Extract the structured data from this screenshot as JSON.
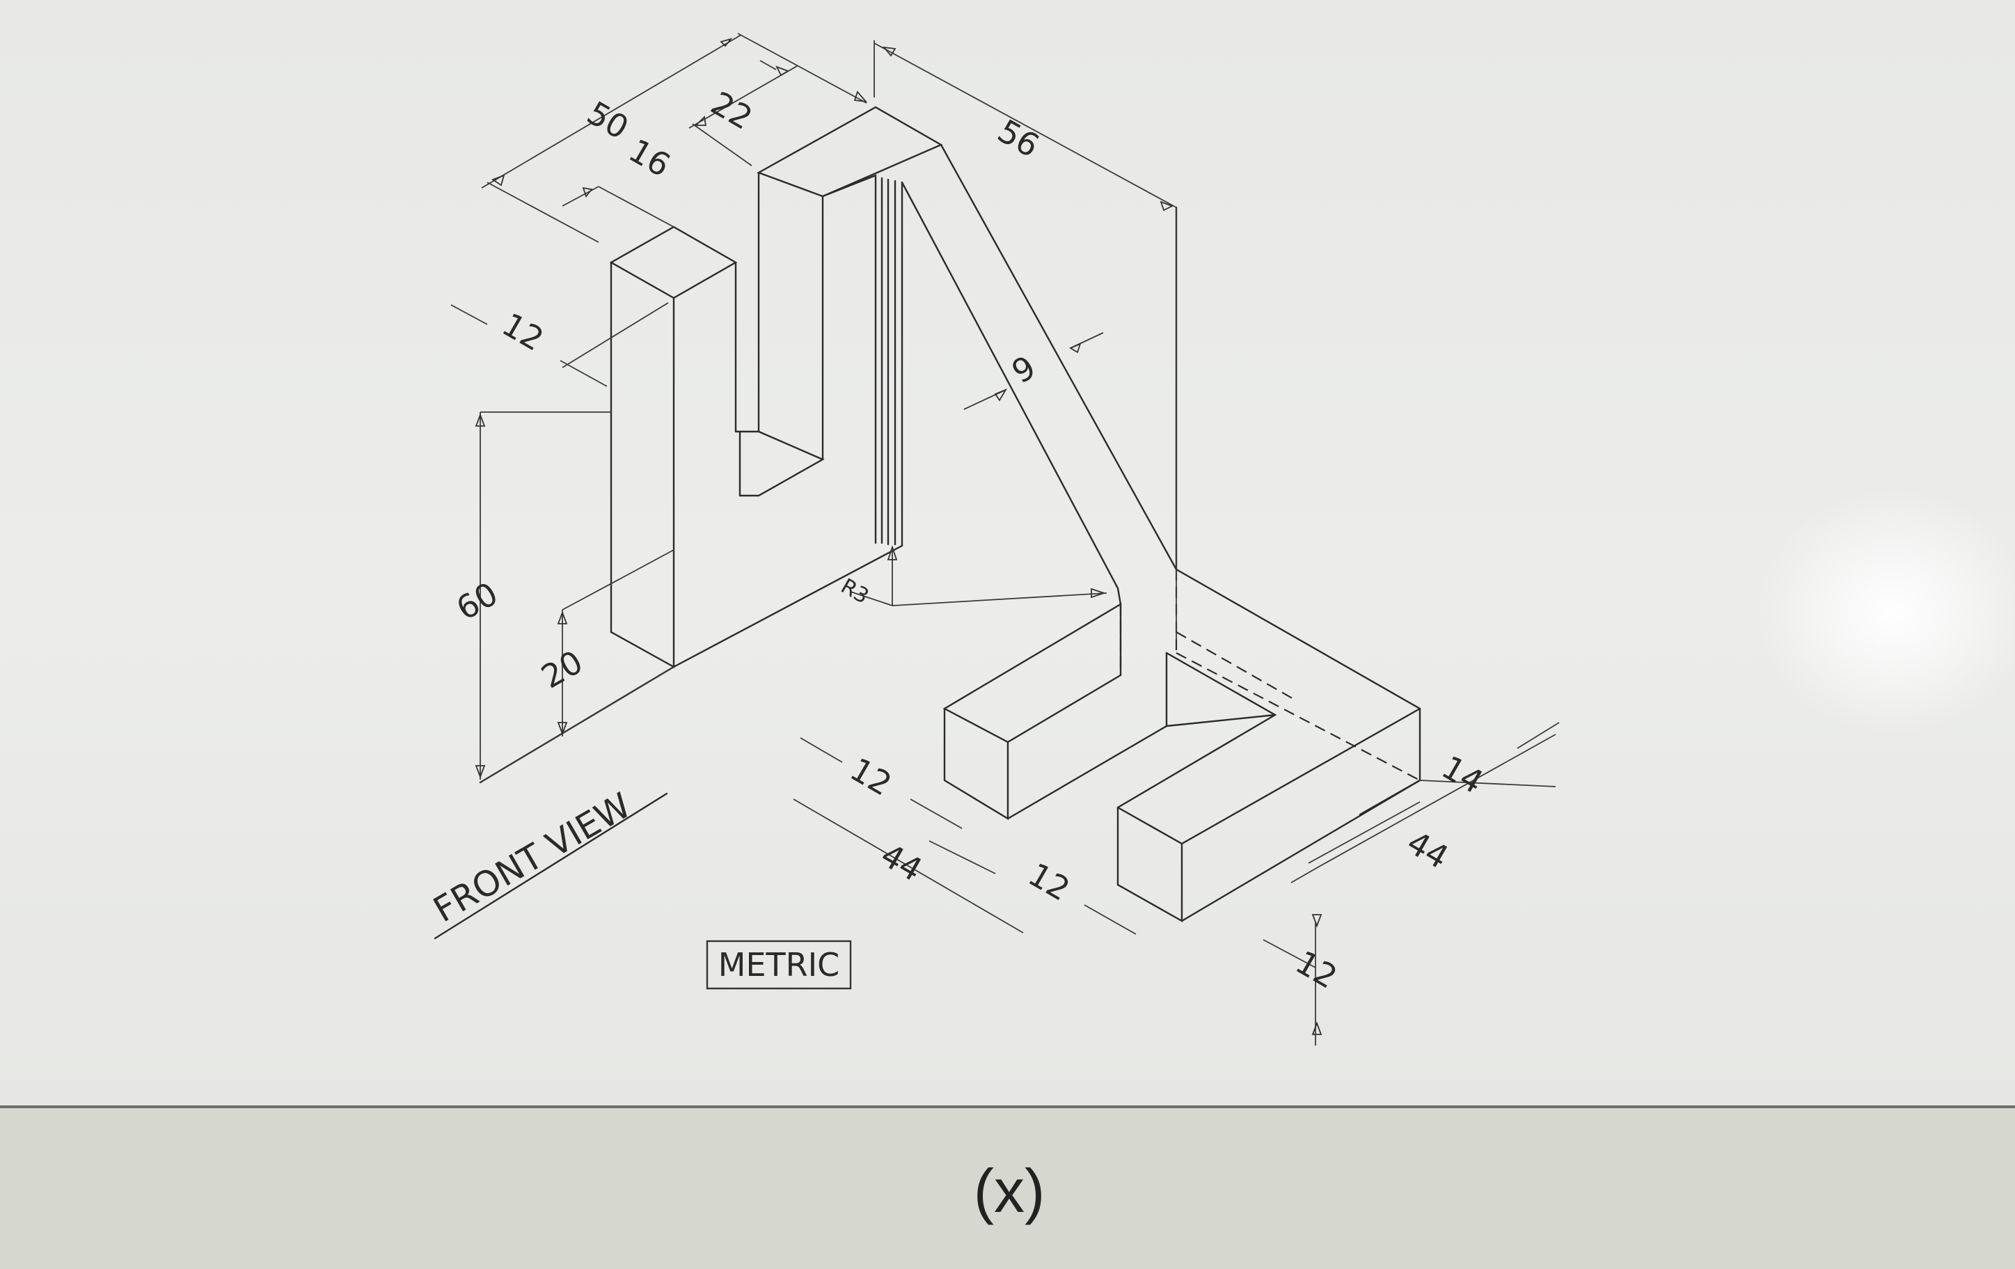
{
  "drawing": {
    "dimensions": {
      "overall_length": "50",
      "depth_top": "22",
      "depth_upright": "16",
      "width_56": "56",
      "thickness_9": "9",
      "left_12": "12",
      "height_60": "60",
      "height_20": "20",
      "radius": "R3",
      "base_12_left": "12",
      "base_44_left": "44",
      "base_12_mid": "12",
      "base_14": "14",
      "base_44_right": "44",
      "base_12_right": "12"
    },
    "view_label": "FRONT VIEW",
    "units_label": "METRIC"
  },
  "caption": "(x)"
}
